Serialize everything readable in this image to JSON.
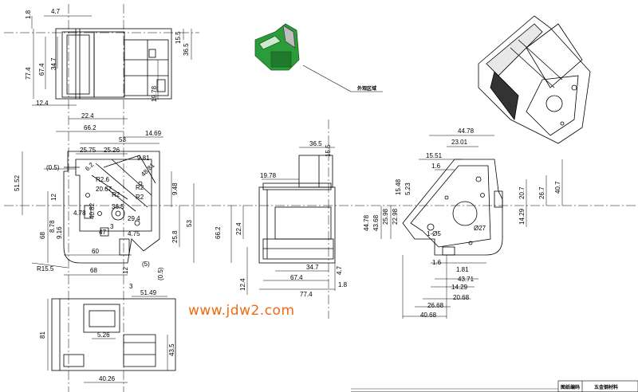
{
  "watermark": {
    "text": "www.jdw2.com",
    "color": "#f06a10"
  },
  "annotation": {
    "label": "外观区域"
  },
  "title_block": {
    "cell_left": "图纸编码",
    "cell_right": "五金钢材料"
  },
  "colors": {
    "line": "#000000",
    "model_green": "#2a9d3a",
    "centerline": "#000000"
  },
  "dims": {
    "top_view": [
      "1.8",
      "4.7",
      "34.7",
      "77.4",
      "67.4",
      "12.4",
      "22.4",
      "66.2",
      "15.5",
      "36.5",
      "19.78"
    ],
    "front_view": [
      "14.69",
      "53",
      "25.75",
      "25.26",
      "9.81",
      "(0.5)",
      "51.52",
      "12",
      "R2.6",
      "R2",
      "R2",
      "R2",
      "9.48",
      "48.81",
      "6.2",
      "20.67",
      "40.82",
      "36.5",
      "29.4",
      "3",
      "4.75",
      "47",
      "68",
      "9.16",
      "4.78",
      "8.78",
      "60",
      "68",
      "R15.5",
      "(5)",
      "12",
      "(0.5)",
      "3",
      "51.49",
      "25.8",
      "53"
    ],
    "side_view": [
      "36.5",
      "15.5",
      "19.78",
      "66.2",
      "22.4",
      "12.4",
      "34.7",
      "67.4",
      "77.4",
      "4.7",
      "1.8"
    ],
    "right_view": [
      "44.78",
      "23.01",
      "15.51",
      "1.6",
      "15.48",
      "5.23",
      "44.78",
      "43.68",
      "25.98",
      "22.98",
      "1-Ø5",
      "1.6",
      "1.81",
      "43.71",
      "14.29",
      "20.68",
      "26.68",
      "40.68",
      "Ø27",
      "20.7",
      "26.7",
      "40.7",
      "14.29"
    ],
    "bottom_view": [
      "81",
      "5.26",
      "43.5",
      "40.26"
    ]
  }
}
